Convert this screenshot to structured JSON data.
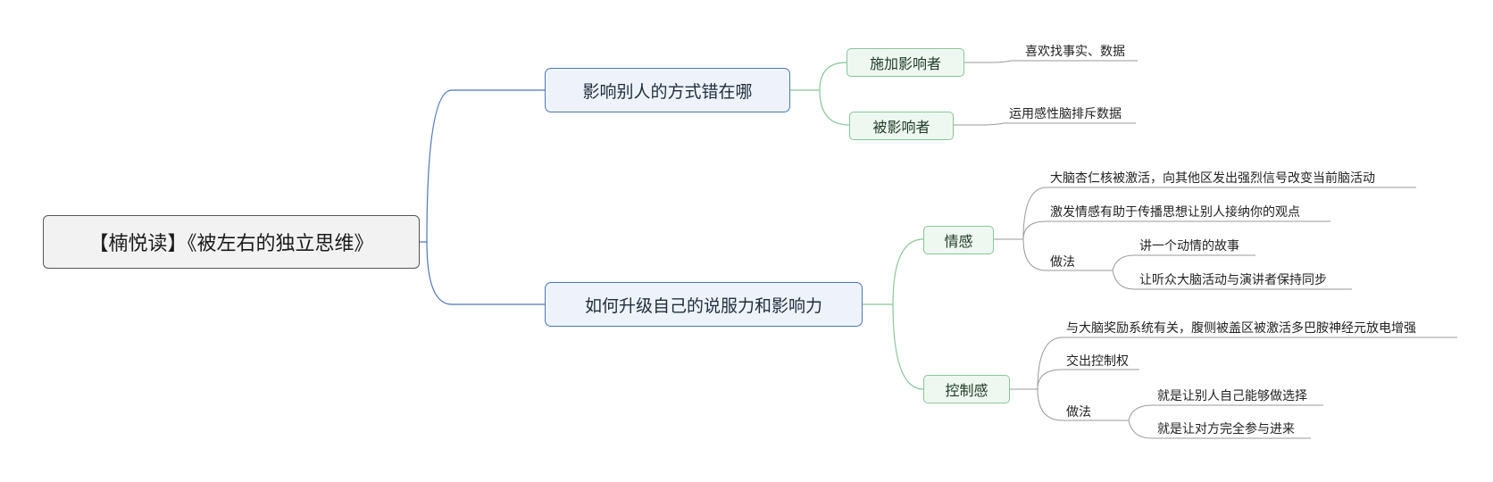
{
  "root": "【楠悦读】《被左右的独立思维》",
  "branch1": {
    "title": "影响别人的方式错在哪",
    "child1": {
      "label": "施加影响者",
      "leaf": "喜欢找事实、数据"
    },
    "child2": {
      "label": "被影响者",
      "leaf": "运用感性脑排斥数据"
    }
  },
  "branch2": {
    "title": "如何升级自己的说服力和影响力",
    "emotion": {
      "label": "情感",
      "leaf1": "大脑杏仁核被激活，向其他区发出强烈信号改变当前脑活动",
      "leaf2": "激发情感有助于传播思想让别人接纳你的观点",
      "method": "做法",
      "method_leaf1": "讲一个动情的故事",
      "method_leaf2": "让听众大脑活动与演讲者保持同步"
    },
    "control": {
      "label": "控制感",
      "leaf1": "与大脑奖励系统有关，腹侧被盖区被激活多巴胺神经元放电增强",
      "leaf2": "交出控制权",
      "method": "做法",
      "method_leaf1": "就是让别人自己能够做选择",
      "method_leaf2": "就是让对方完全参与进来"
    }
  },
  "colors": {
    "main_line": "#4a78b8",
    "sub_line": "#86c896",
    "leaf_line": "#9a9a9a"
  }
}
